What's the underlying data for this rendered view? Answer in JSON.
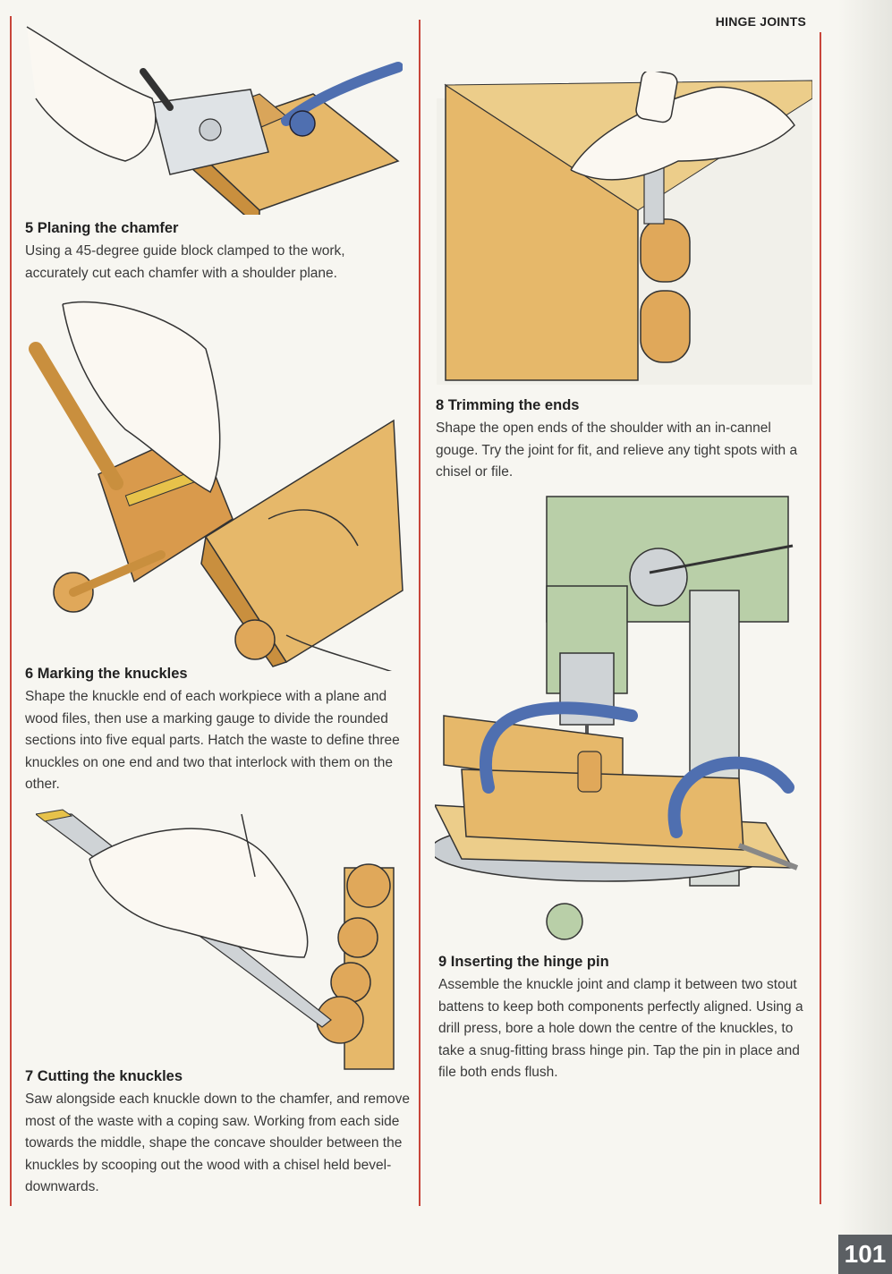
{
  "running_head": "HINGE JOINTS",
  "page_number": "101",
  "steps": [
    {
      "title": "5 Planing the chamfer",
      "body": "Using a 45-degree guide block clamped to the work, accurately cut each chamfer with a shoulder plane."
    },
    {
      "title": "6 Marking the knuckles",
      "body": "Shape the knuckle end of each workpiece with a plane and wood files, then use a marking gauge to divide the rounded sections into five equal parts. Hatch the waste to define three knuckles on one end and two that interlock with them on the other."
    },
    {
      "title": "7 Cutting the knuckles",
      "body": "Saw alongside each knuckle down to the chamfer, and remove most of the waste with a coping saw. Working from each side towards the middle, shape the concave shoulder between the knuckles by scooping out the wood with a chisel held bevel-downwards."
    },
    {
      "title": "8 Trimming the ends",
      "body": "Shape the open ends of the shoulder with an in-cannel gouge. Try the joint for fit, and relieve any tight spots with a chisel or file."
    },
    {
      "title": "9 Inserting the hinge pin",
      "body": "Assemble the knuckle joint and clamp it between two stout battens to keep both components perfectly aligned. Using a drill press, bore a hole down the centre of the knuckles, to take a snug-fitting brass hinge pin. Tap the pin in place and file both ends flush."
    }
  ],
  "colors": {
    "wood": "#e6b86a",
    "wood_dark": "#c98f3e",
    "clamp_blue": "#4f6fb0",
    "machine_green": "#b9cfa8",
    "rule_red": "#c8453a",
    "skin": "#fbf8f2"
  }
}
